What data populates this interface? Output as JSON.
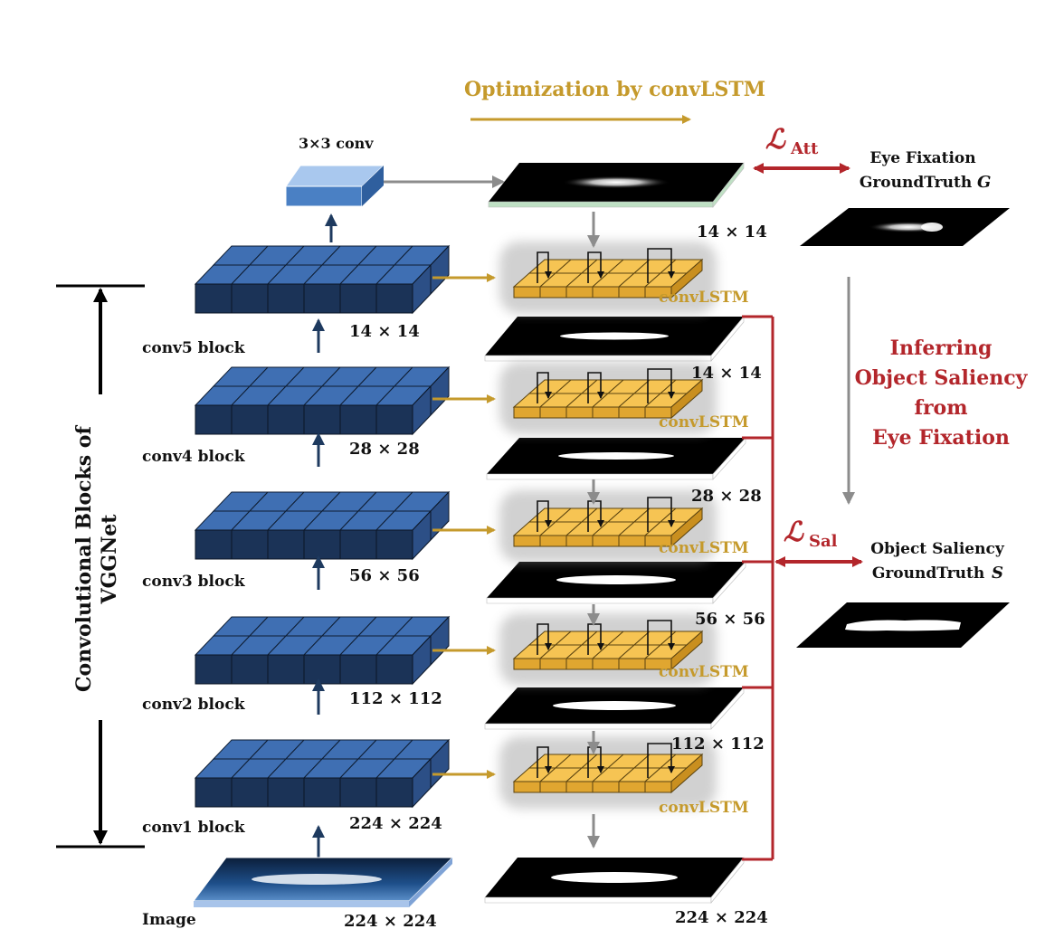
{
  "colors": {
    "block_top": "#3f6fb3",
    "block_front": "#1b3357",
    "block_side": "#2c4f86",
    "conv3x3_top": "#a9c8ee",
    "conv3x3_front": "#4a80c4",
    "lstm_top": "#f6c453",
    "lstm_front": "#e0a630",
    "gold": "#c59a2c",
    "red": "#b3262b",
    "gray": "#8c8c8c",
    "navy": "#1e3a5f"
  },
  "title": {
    "top_label": "Optimization by convLSTM"
  },
  "left": {
    "axis_label_line1": "Convolutional Blocks of",
    "axis_label_line2": "VGGNet"
  },
  "conv": {
    "label": "3×3 conv"
  },
  "blocks": [
    {
      "name": "conv5 block",
      "size": "14 × 14"
    },
    {
      "name": "conv4 block",
      "size": "28 × 28"
    },
    {
      "name": "conv3 block",
      "size": "56 × 56"
    },
    {
      "name": "conv2 block",
      "size": "112 × 112"
    },
    {
      "name": "conv1 block",
      "size": "224 × 224"
    }
  ],
  "image": {
    "name": "Image",
    "size": "224 × 224"
  },
  "middle": {
    "attention_size": "14 × 14",
    "lstm_label": "convLSTM",
    "output_sizes": [
      "14 × 14",
      "28 × 28",
      "56 × 56",
      "112 × 112"
    ],
    "final_size": "224 × 224"
  },
  "right": {
    "loss_att": "Att",
    "loss_sal": "Sal",
    "loss_symbol": "ℒ",
    "eye_title_line1": "Eye Fixation",
    "eye_title_line2": "GroundTruth",
    "eye_var": "G",
    "infer_line1": "Inferring",
    "infer_line2": "Object Saliency",
    "infer_line3": "from",
    "infer_line4": "Eye Fixation",
    "sal_title_line1": "Object Saliency",
    "sal_title_line2": "GroundTruth",
    "sal_var": "S"
  }
}
